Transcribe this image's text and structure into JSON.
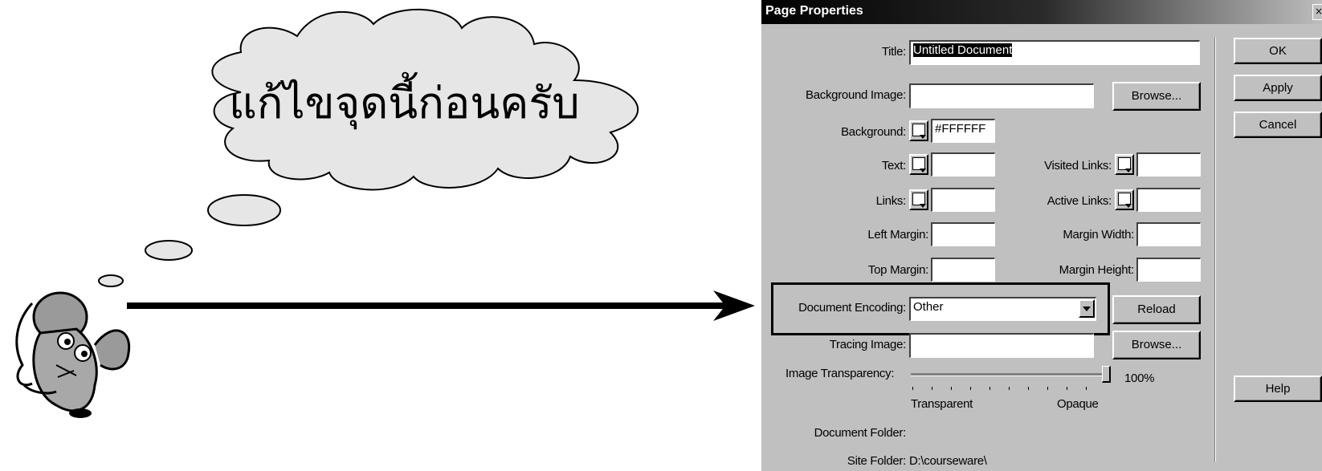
{
  "callout": {
    "text": "แก้ไขจุดนี้ก่อนครับ"
  },
  "dialog": {
    "title": "Page Properties",
    "close_glyph": "×",
    "fields": {
      "title_label": "Title:",
      "title_value": "Untitled Document",
      "bg_image_label": "Background Image:",
      "bg_image_value": "",
      "background_label": "Background:",
      "background_value": "#FFFFFF",
      "text_label": "Text:",
      "text_value": "",
      "visited_label": "Visited Links:",
      "visited_value": "",
      "links_label": "Links:",
      "links_value": "",
      "active_label": "Active Links:",
      "active_value": "",
      "left_margin_label": "Left Margin:",
      "left_margin_value": "",
      "margin_width_label": "Margin Width:",
      "margin_width_value": "",
      "top_margin_label": "Top Margin:",
      "top_margin_value": "",
      "margin_height_label": "Margin Height:",
      "margin_height_value": "",
      "encoding_label": "Document Encoding:",
      "encoding_value": "Other",
      "tracing_label": "Tracing Image:",
      "tracing_value": "",
      "transparency_label": "Image Transparency:",
      "transparency_value": "100%",
      "transparency_level": 1.0,
      "slider_left": "Transparent",
      "slider_right": "Opaque",
      "doc_folder_label": "Document Folder:",
      "doc_folder_value": "",
      "site_folder_label": "Site Folder:",
      "site_folder_value": "D:\\courseware\\"
    },
    "buttons": {
      "browse_bg": "Browse...",
      "reload": "Reload",
      "browse_tracing": "Browse...",
      "ok": "OK",
      "apply": "Apply",
      "cancel": "Cancel",
      "help": "Help"
    }
  }
}
